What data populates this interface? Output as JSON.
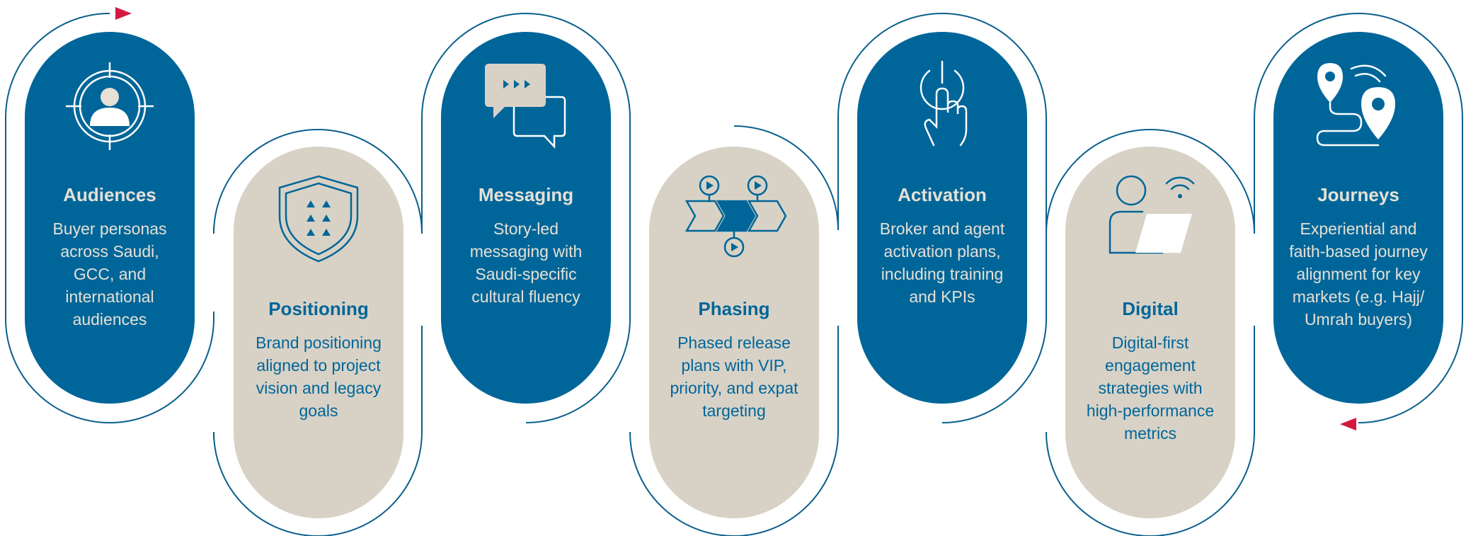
{
  "colors": {
    "blue": "#006699",
    "beige": "#d8d2c6",
    "cream_text": "#e6e0d6",
    "arrow_red": "#d4193f"
  },
  "steps": [
    {
      "icon": "target-person-icon",
      "title": "Audiences",
      "description": "Buyer personas across Saudi, GCC, and international audiences",
      "style": "blue"
    },
    {
      "icon": "shield-icon",
      "title": "Positioning",
      "description": "Brand positioning aligned to project vision and legacy goals",
      "style": "beige"
    },
    {
      "icon": "chat-bubbles-icon",
      "title": "Messaging",
      "description": "Story-led messaging with Saudi-specific cultural fluency",
      "style": "blue"
    },
    {
      "icon": "phasing-arrows-icon",
      "title": "Phasing",
      "description": "Phased release plans with VIP, priority, and expat targeting",
      "style": "beige"
    },
    {
      "icon": "power-touch-icon",
      "title": "Activation",
      "description": "Broker and agent activation plans, including training and KPIs",
      "style": "blue"
    },
    {
      "icon": "person-laptop-wifi-icon",
      "title": "Digital",
      "description": "Digital-first engagement strategies with high-performance metrics",
      "style": "beige"
    },
    {
      "icon": "map-route-pins-icon",
      "title": "Journeys",
      "description": "Experiential and faith-based journey alignment for key markets (e.g. Hajj/ Umrah buyers)",
      "style": "blue"
    }
  ]
}
